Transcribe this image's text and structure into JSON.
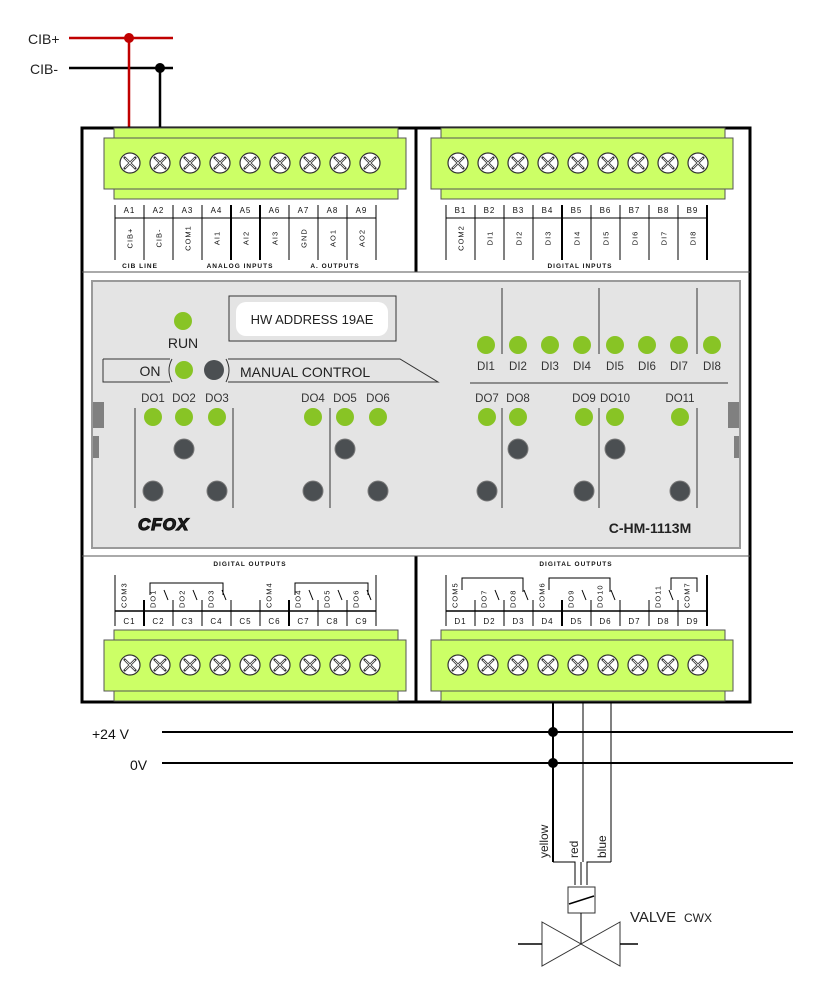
{
  "diagram": {
    "title_model": "C-HM-1113M",
    "brand": "CFOX",
    "hw_address_label": "HW ADDRESS 19AE",
    "run_label": "RUN",
    "on_label": "ON",
    "manual_control_label": "MANUAL CONTROL",
    "colors": {
      "terminal_green": "#ccff66",
      "led_green": "#88c425",
      "button_dark": "#4b4f52",
      "panel_gray": "#e4e4e4",
      "wire_red": "#c00000",
      "wire_black": "#000000",
      "wire_label_blue": "#1a3d8f"
    },
    "cib_bus": {
      "plus_label": "CIB+",
      "minus_label": "CIB-"
    },
    "power_bus": {
      "plus_label": "+24 V",
      "zero_label": "0V"
    },
    "top_left_block": {
      "pins": [
        "A1",
        "A2",
        "A3",
        "A4",
        "A5",
        "A6",
        "A7",
        "A8",
        "A9"
      ],
      "signals": [
        "CIB+",
        "CIB-",
        "COM1",
        "AI1",
        "AI2",
        "AI3",
        "GND",
        "AO1",
        "AO2"
      ],
      "groups": [
        "CIB LINE",
        "ANALOG INPUTS",
        "A. OUTPUTS"
      ]
    },
    "top_right_block": {
      "pins": [
        "B1",
        "B2",
        "B3",
        "B4",
        "B5",
        "B6",
        "B7",
        "B8",
        "B9"
      ],
      "signals": [
        "COM2",
        "DI1",
        "DI2",
        "DI3",
        "DI4",
        "DI5",
        "DI6",
        "DI7",
        "DI8"
      ],
      "groups": [
        "DIGITAL INPUTS"
      ]
    },
    "bottom_left_block": {
      "group": "DIGITAL OUTPUTS",
      "pins": [
        "C1",
        "C2",
        "C3",
        "C4",
        "C5",
        "C6",
        "C7",
        "C8",
        "C9"
      ],
      "signals": [
        "COM3",
        "DO1",
        "DO2",
        "DO3",
        "",
        "COM4",
        "DO4",
        "DO5",
        "DO6"
      ]
    },
    "bottom_right_block": {
      "group": "DIGITAL OUTPUTS",
      "pins": [
        "D1",
        "D2",
        "D3",
        "D4",
        "D5",
        "D6",
        "D7",
        "D8",
        "D9"
      ],
      "signals": [
        "COM5",
        "DO7",
        "DO8",
        "COM6",
        "DO9",
        "DO10",
        "",
        "DO11",
        "COM7"
      ]
    },
    "di_leds": [
      "DI1",
      "DI2",
      "DI3",
      "DI4",
      "DI5",
      "DI6",
      "DI7",
      "DI8"
    ],
    "do_leds": [
      "DO1",
      "DO2",
      "DO3",
      "DO4",
      "DO5",
      "DO6",
      "DO7",
      "DO8",
      "DO9",
      "DO10",
      "DO11"
    ],
    "valve": {
      "label": "VALVE",
      "sublabel": "CWX",
      "wires": [
        "yellow",
        "red",
        "blue"
      ]
    }
  }
}
